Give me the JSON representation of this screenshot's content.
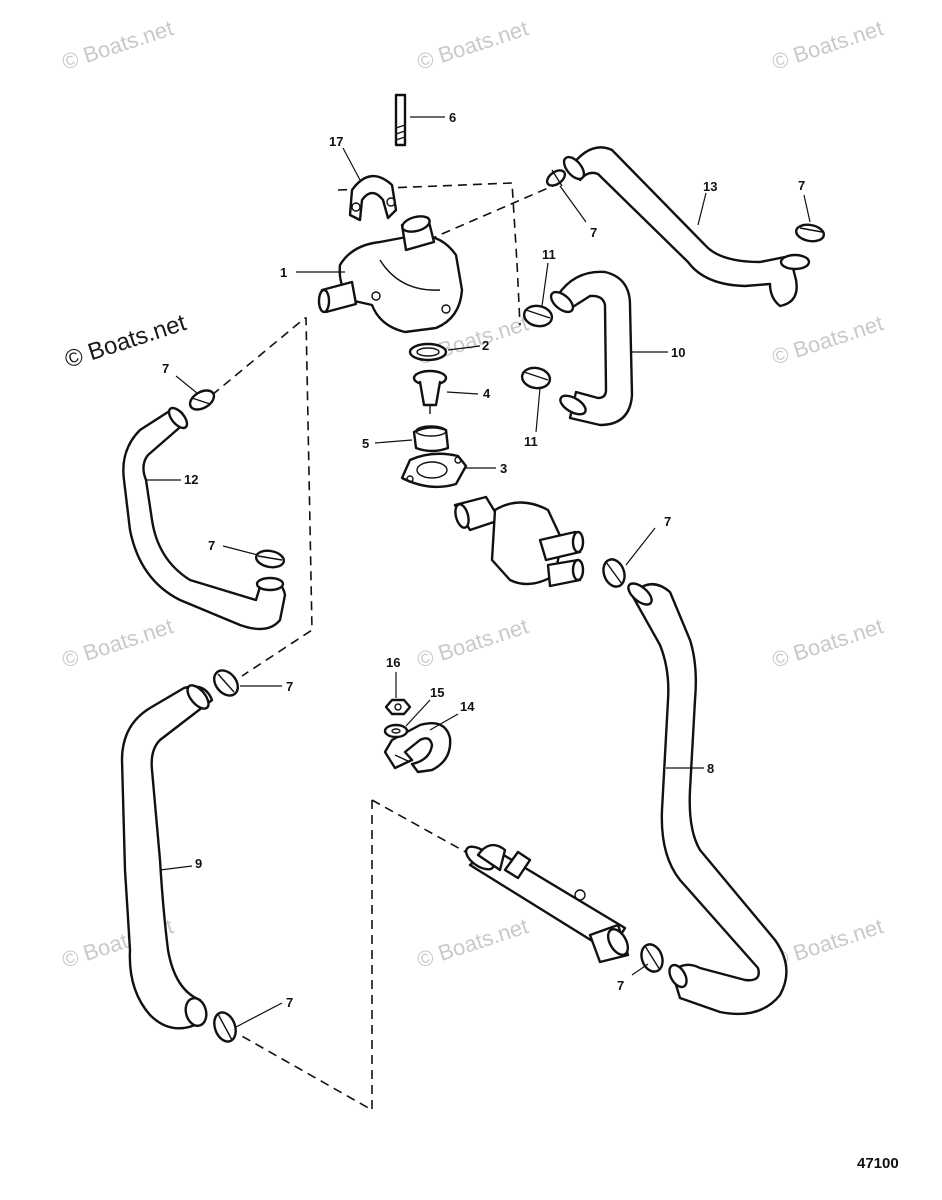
{
  "watermarks": [
    "© Boats.net",
    "© Boats.net",
    "© Boats.net",
    "© Boats.net",
    "© Boats.net",
    "© Boats.net",
    "© Boats.net",
    "© Boats.net",
    "© Boats.net",
    "© Boats.net",
    "© Boats.net",
    "© Boats.net"
  ],
  "watermark_prominent": "© Boats.net",
  "figure_number": "47100",
  "callouts": {
    "c1": "1",
    "c2": "2",
    "c3": "3",
    "c4": "4",
    "c5": "5",
    "c6": "6",
    "c7a": "7",
    "c7b": "7",
    "c7c": "7",
    "c7d": "7",
    "c7e": "7",
    "c7f": "7",
    "c7g": "7",
    "c7h": "7",
    "c8": "8",
    "c9": "9",
    "c10": "10",
    "c11a": "11",
    "c11b": "11",
    "c12": "12",
    "c13": "13",
    "c14": "14",
    "c15": "15",
    "c16": "16",
    "c17": "17"
  }
}
